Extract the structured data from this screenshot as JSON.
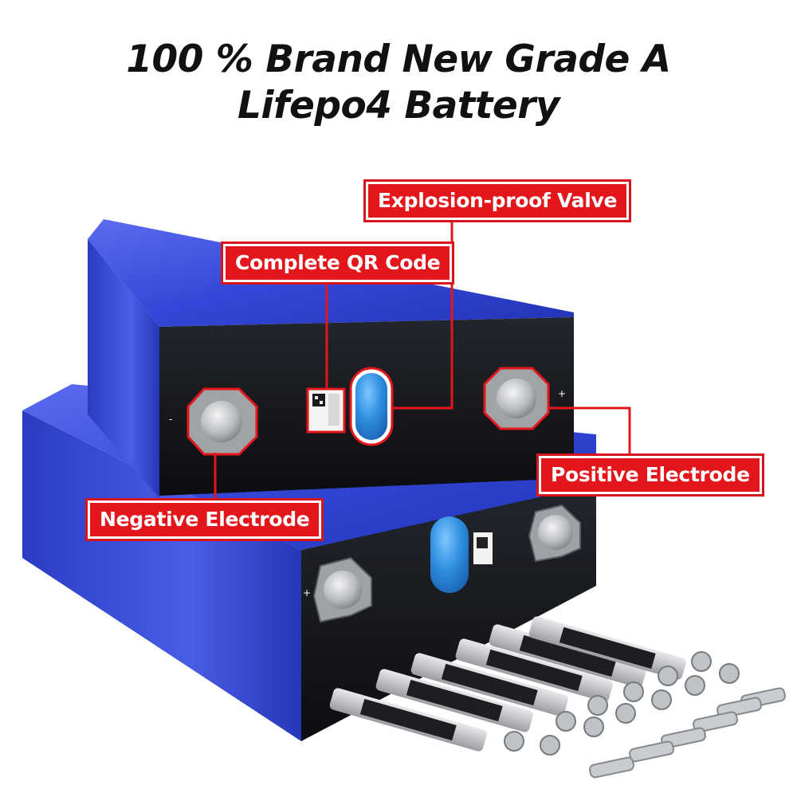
{
  "title": {
    "line1": "100 % Brand New Grade A",
    "line2": "Lifepo4 Battery"
  },
  "callouts": {
    "valve": "Explosion-proof Valve",
    "qr": "Complete QR Code",
    "positive": "Positive Electrode",
    "negative": "Negative Electrode"
  },
  "colors": {
    "accent": "#e3161b",
    "casing_blue": "#2f45c8",
    "panel_black": "#121418"
  }
}
